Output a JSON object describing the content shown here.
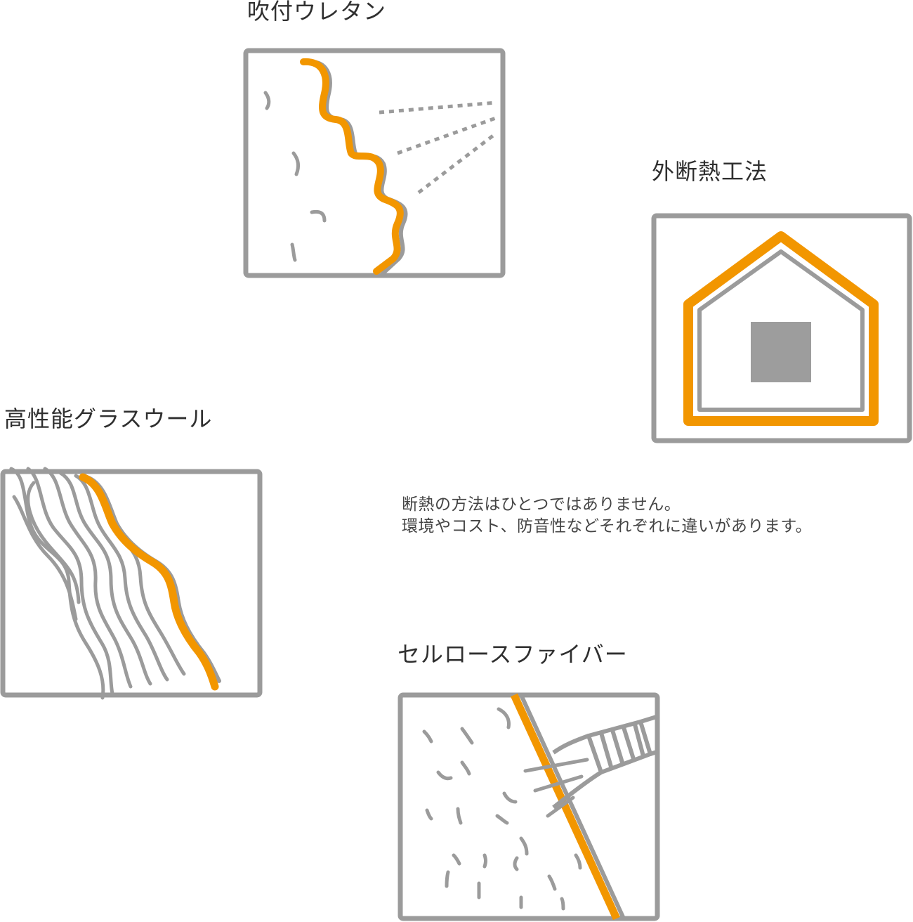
{
  "colors": {
    "accent": "#f29600",
    "line": "#9b9b9b",
    "fill": "#9d9d9d"
  },
  "methods": {
    "spray_urethane": {
      "title": "吹付ウレタン",
      "icon": "spray-foam-wall-icon"
    },
    "external_insulation": {
      "title": "外断熱工法",
      "icon": "house-outline-icon"
    },
    "glass_wool": {
      "title": "高性能グラスウール",
      "icon": "fiber-strands-icon"
    },
    "cellulose_fiber": {
      "title": "セルロースファイバー",
      "icon": "blown-fiber-hose-icon"
    }
  },
  "description": {
    "line1": "断熱の方法はひとつではありません。",
    "line2": "環境やコスト、防音性などそれぞれに違いがあります。"
  }
}
